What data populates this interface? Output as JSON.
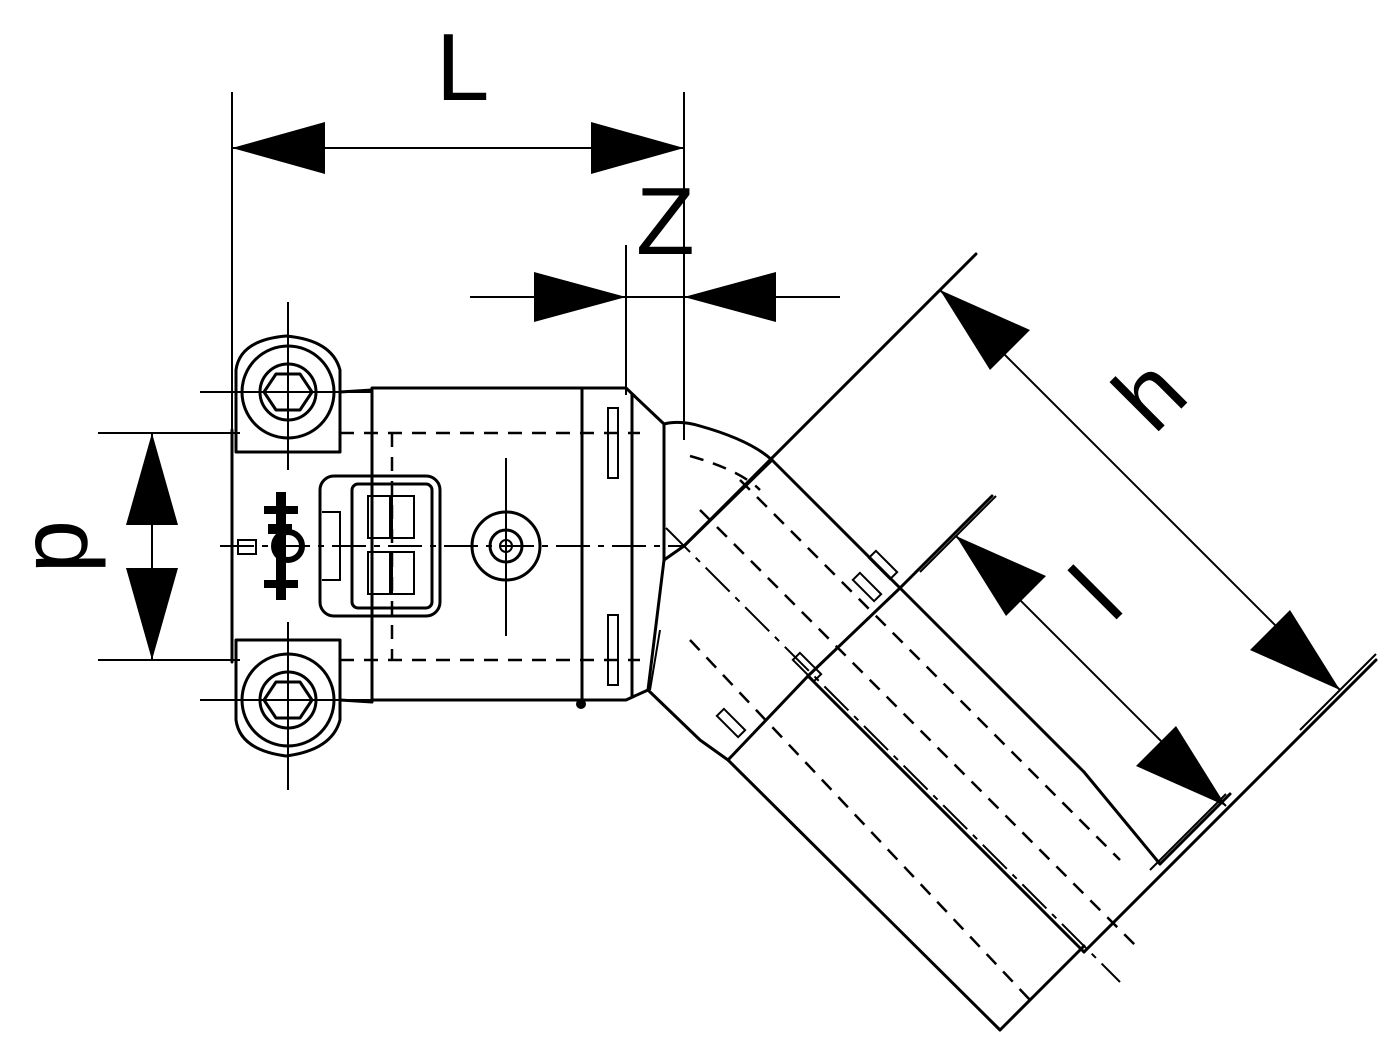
{
  "dimensions": {
    "L": "L",
    "Z": "Z",
    "d": "d",
    "h": "h",
    "l": "l"
  },
  "colors": {
    "line": "#000000",
    "background": "#ffffff"
  }
}
